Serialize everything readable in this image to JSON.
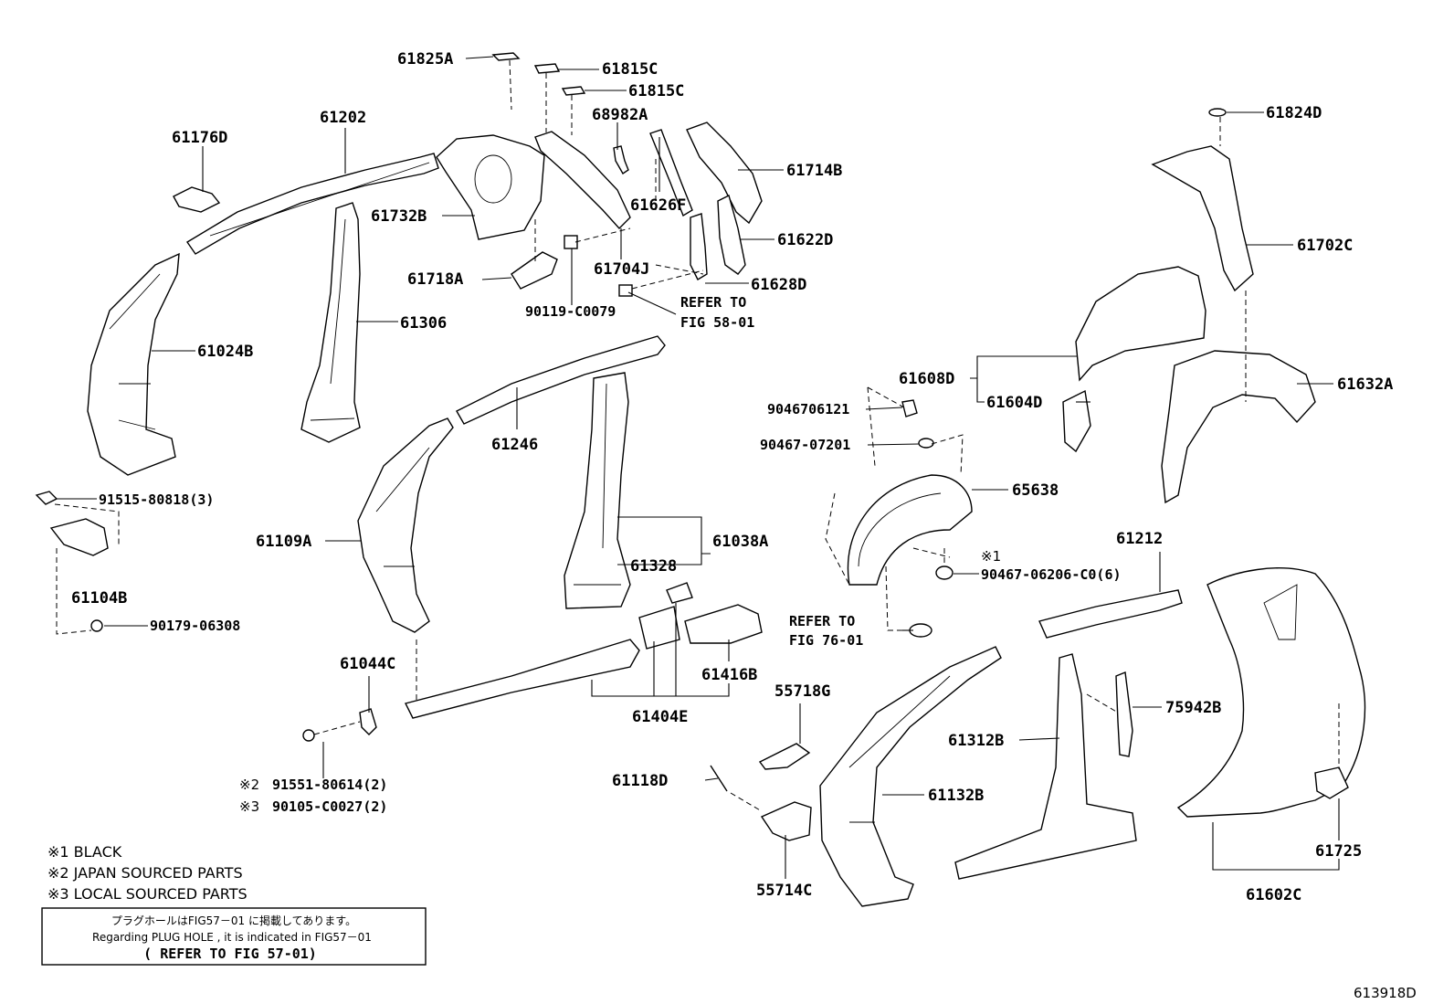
{
  "parts": {
    "p61825A": "61825A",
    "p61815C_1": "61815C",
    "p61815C_2": "61815C",
    "p68982A": "68982A",
    "p61824D": "61824D",
    "p61176D": "61176D",
    "p61202": "61202",
    "p61714B": "61714B",
    "p61732B": "61732B",
    "p61626F": "61626F",
    "p61622D": "61622D",
    "p61702C": "61702C",
    "p61718A": "61718A",
    "p61704J": "61704J",
    "p61628D": "61628D",
    "p90119C0079": "90119-C0079",
    "p61306": "61306",
    "p61024B": "61024B",
    "p61608D": "61608D",
    "p61604D": "61604D",
    "p61632A": "61632A",
    "p9046706121": "9046706121",
    "p9046707201": "90467-07201",
    "p61246": "61246",
    "p65638": "65638",
    "p9151580818": "91515-80818(3)",
    "p61109A": "61109A",
    "p61038A": "61038A",
    "p61328": "61328",
    "p61212": "61212",
    "p9046706206": "90467-06206-C0(6)",
    "p61104B": "61104B",
    "p9017906308": "90179-06308",
    "p61044C": "61044C",
    "p61416B": "61416B",
    "p55718G": "55718G",
    "p75942B": "75942B",
    "p61312B": "61312B",
    "p61404E": "61404E",
    "p61118D": "61118D",
    "p61132B": "61132B",
    "p9155180614": "91551-80614(2)",
    "p90105C0027": "90105-C0027(2)",
    "p55714C": "55714C",
    "p61725": "61725",
    "p61602C": "61602C"
  },
  "marks": {
    "black_mark": "※1",
    "japan_mark": "※2",
    "local_mark": "※3"
  },
  "refs": {
    "refer_to_1": "REFER TO",
    "fig_58": "FIG 58-01",
    "refer_to_2": "REFER TO",
    "fig_76": "FIG 76-01"
  },
  "legend": {
    "black": "※1 BLACK",
    "japan": "※2 JAPAN SOURCED PARTS",
    "local": "※3 LOCAL SOURCED PARTS"
  },
  "notice": {
    "jp": "プラグホールはFIG57－01 に掲載してあります。",
    "en": "Regarding  PLUG HOLE , it is indicated  in  FIG57－01",
    "refer": "( REFER TO FIG 57-01)"
  },
  "diagram_id": "613918D"
}
